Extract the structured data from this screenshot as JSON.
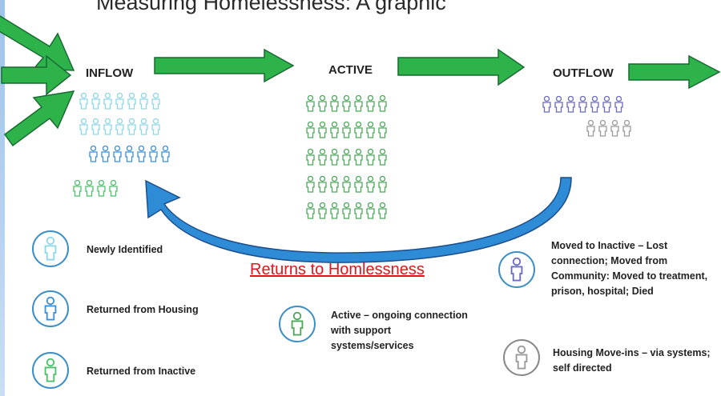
{
  "title": "Measuring Homelessness: A graphic",
  "stages": {
    "inflow": "INFLOW",
    "active": "ACTIVE",
    "outflow": "OUTFLOW"
  },
  "returns_label": "Returns to Homlessness",
  "colors": {
    "arrow_green": "#2db34a",
    "arrow_outline": "#1a6b33",
    "newly_identified": "#8fd6e8",
    "returned_from_housing": "#3d8fd6",
    "returned_from_inactive": "#4fbf6c",
    "active": "#4fa85c",
    "moved_to_inactive": "#6b6bbf",
    "move_ins": "#9a9a9a",
    "return_arrow": "#2e8bd6",
    "returns_text": "#e3141b"
  },
  "legend": {
    "newly_identified": "Newly Identified",
    "returned_from_housing": "Returned from Housing",
    "returned_from_inactive": "Returned from Inactive",
    "active": "Active – ongoing connection with support systems/services",
    "moved_to_inactive": "Moved to Inactive – Lost connection;  Moved from Community: Moved to treatment, prison, hospital; Died",
    "move_ins": "Housing Move-ins – via systems; self directed"
  }
}
